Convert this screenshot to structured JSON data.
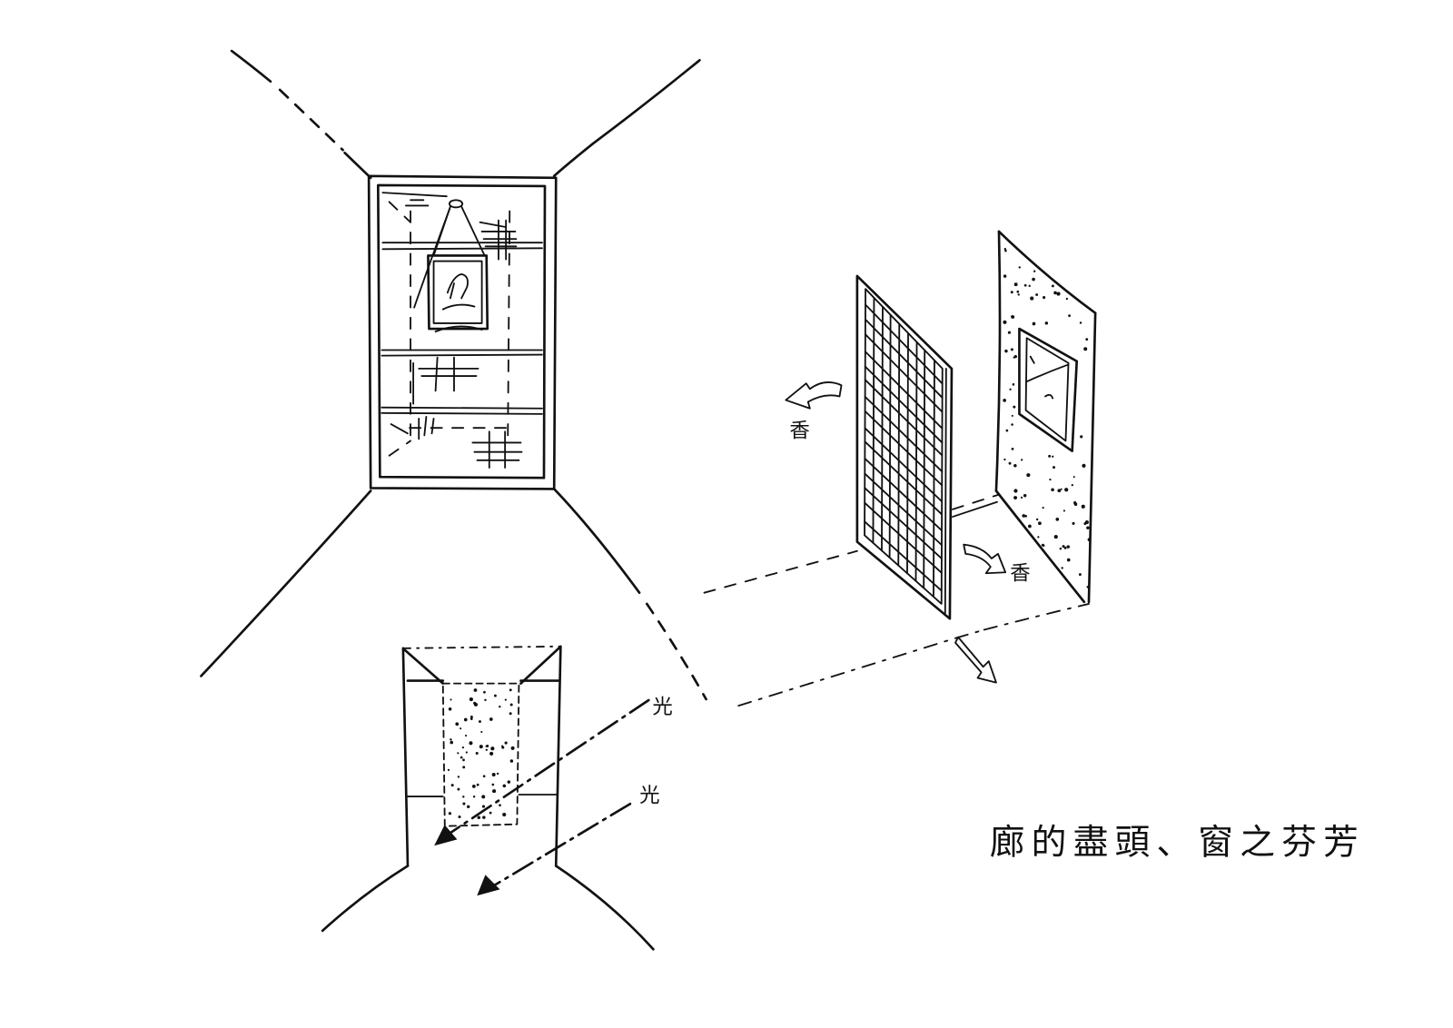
{
  "labels": {
    "scent_left": "香",
    "scent_right": "香",
    "light_upper": "光",
    "light_lower": "光",
    "caption": "廊的盡頭、窗之芬芳"
  },
  "colors": {
    "ink": "#111111",
    "paper": "#ffffff"
  }
}
